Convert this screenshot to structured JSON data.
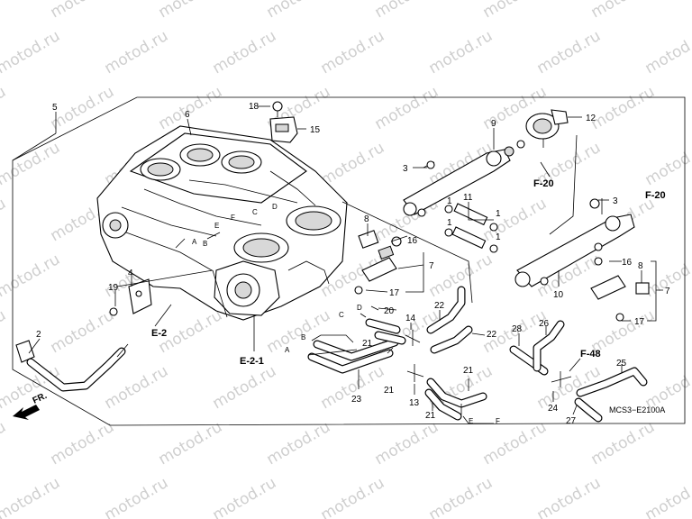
{
  "watermark": "motod.ru",
  "diagram_code": "MCS3−E2100A",
  "direction_label": "FR.",
  "callouts": [
    "1",
    "2",
    "3",
    "4",
    "5",
    "6",
    "7",
    "8",
    "9",
    "10",
    "11",
    "12",
    "13",
    "14",
    "15",
    "16",
    "17",
    "18",
    "19",
    "20",
    "21",
    "22",
    "23",
    "24",
    "25",
    "26",
    "27",
    "28"
  ],
  "references": [
    "E-2",
    "E-2-1",
    "F-20",
    "F-48"
  ],
  "hose_letters": [
    "A",
    "B",
    "C",
    "D",
    "E",
    "F"
  ]
}
